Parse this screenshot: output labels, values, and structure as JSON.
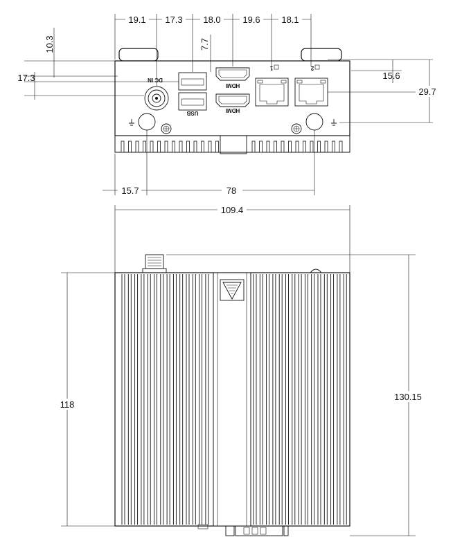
{
  "front_view": {
    "top_dims": [
      "19.1",
      "17.3",
      "18.0",
      "19.6",
      "18.1"
    ],
    "dim_10_3": "10.3",
    "dim_7_7": "7.7",
    "dim_17_3_left": "17.3",
    "dim_15_6": "15.6",
    "dim_29_7": "29.7",
    "dim_15_7": "15.7",
    "dim_78": "78",
    "dim_109_4": "109.4",
    "port_labels": {
      "dc_in": "DC IN",
      "usb": "USB",
      "hdmi": "HDMI",
      "lan1": "1",
      "lan2": "2"
    }
  },
  "top_view": {
    "dim_118": "118",
    "dim_130_15": "130.15"
  }
}
